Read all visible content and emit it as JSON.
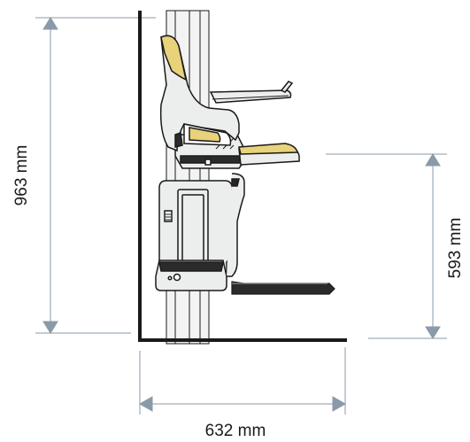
{
  "dimensions": {
    "overall_height": "963 mm",
    "seat_height": "593 mm",
    "depth": "632 mm"
  },
  "colors": {
    "line": "#1a1a1a",
    "dim_line": "#8a9aa8",
    "body_fill": "#eceeed",
    "rail_fill": "#f2f3f2",
    "accent_yellow": "#e8d27a",
    "dark_fill": "#2b2b2b"
  }
}
